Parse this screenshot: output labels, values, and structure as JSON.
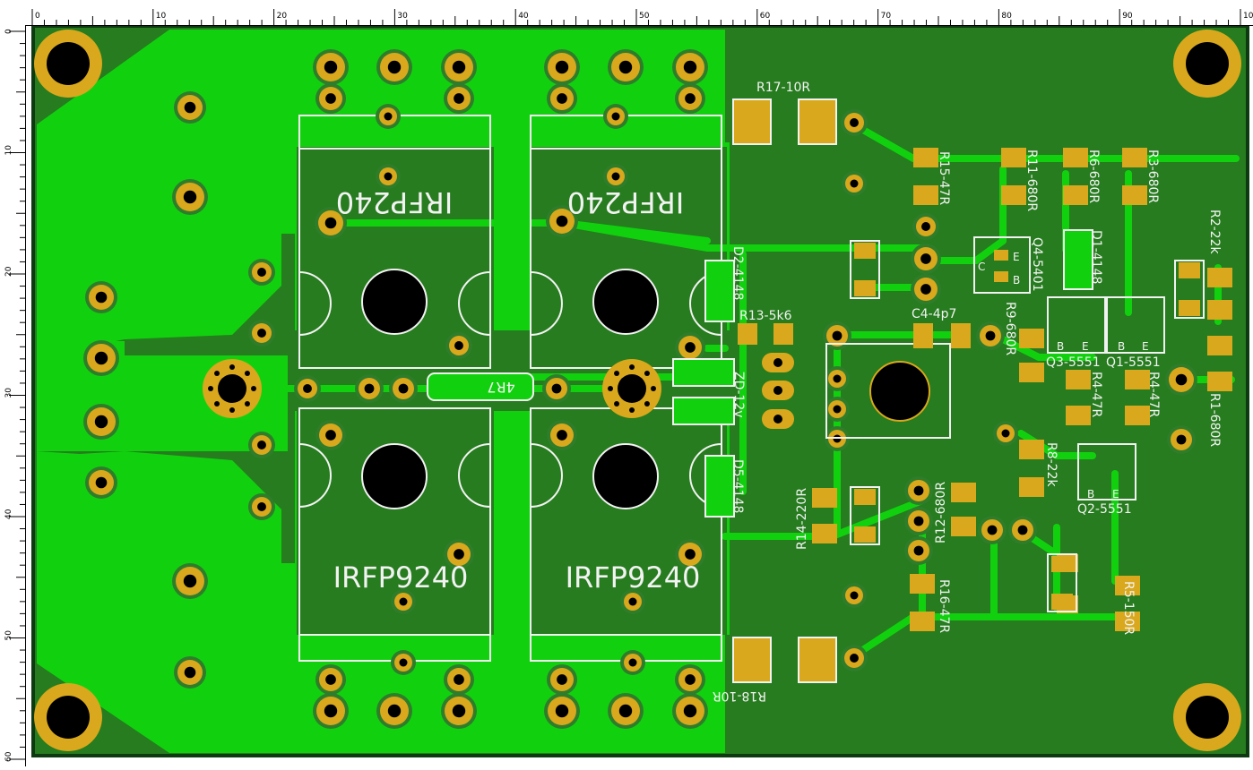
{
  "ruler": {
    "unit": "mm",
    "top_labels": [
      "0",
      "10",
      "20",
      "30",
      "40",
      "50",
      "60",
      "70",
      "80",
      "90",
      "10"
    ],
    "left_labels": [
      "0",
      "10",
      "20",
      "30",
      "40",
      "50",
      "60"
    ]
  },
  "colors": {
    "board_dark": "#267c1e",
    "copper_pour": "#11d10f",
    "track": "#11d10f",
    "pad": "#d9a81c",
    "drill": "#000000",
    "silk": "#f2f2f2",
    "outline": "#0e3a12"
  },
  "board": {
    "mosfets": {
      "q_top_left": "IRFP240",
      "q_top_right": "IRFP240",
      "q_bot_left": "IRFP9240",
      "q_bot_right": "IRFP9240"
    },
    "resistor_body": "4R7",
    "labels": {
      "r17": "R17-10R",
      "r18": "R18-10R",
      "r15": "R15-47R",
      "r11": "R11-680R",
      "r6": "R6-680R",
      "r3": "R3-680R",
      "r2": "R2-22k",
      "d1": "D1-4148",
      "q4": "Q4-5401",
      "d2": "D2-4148",
      "r13": "R13-5k6",
      "c4": "C4-4p7",
      "r9": "R9-680R",
      "q3": "Q3-5551",
      "q1": "Q1-5551",
      "zd": "ZD-12v",
      "r4a": "R4-47R",
      "r4b": "R4-47R",
      "r1": "R1-680R",
      "r8": "R8-22k",
      "q2": "Q2-5551",
      "d5": "D5-4148",
      "r14": "R14-220R",
      "r12": "R12-680R",
      "r16": "R16-47R",
      "r5": "R5-150R"
    },
    "pin_letters": {
      "c": "C",
      "e": "E",
      "b": "B"
    }
  }
}
